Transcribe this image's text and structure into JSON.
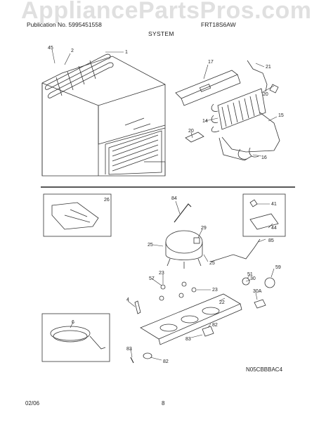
{
  "watermark": "AppliancePartsPros.com",
  "header": {
    "publication": "Publication No. 5995451558",
    "model": "FRT18S6AW",
    "section_title": "SYSTEM"
  },
  "footer": {
    "date": "02/06",
    "page_number": "8"
  },
  "diagram_code": "N05CBBBAC4",
  "callouts": [
    "45",
    "2",
    "1",
    "17",
    "21",
    "20",
    "15",
    "14",
    "20",
    "16",
    "26",
    "84",
    "41",
    "44",
    "29",
    "25",
    "85",
    "25",
    "51",
    "59",
    "30",
    "23",
    "57",
    "23",
    "30A",
    "22",
    "4",
    "6",
    "82",
    "83",
    "83",
    "82"
  ]
}
